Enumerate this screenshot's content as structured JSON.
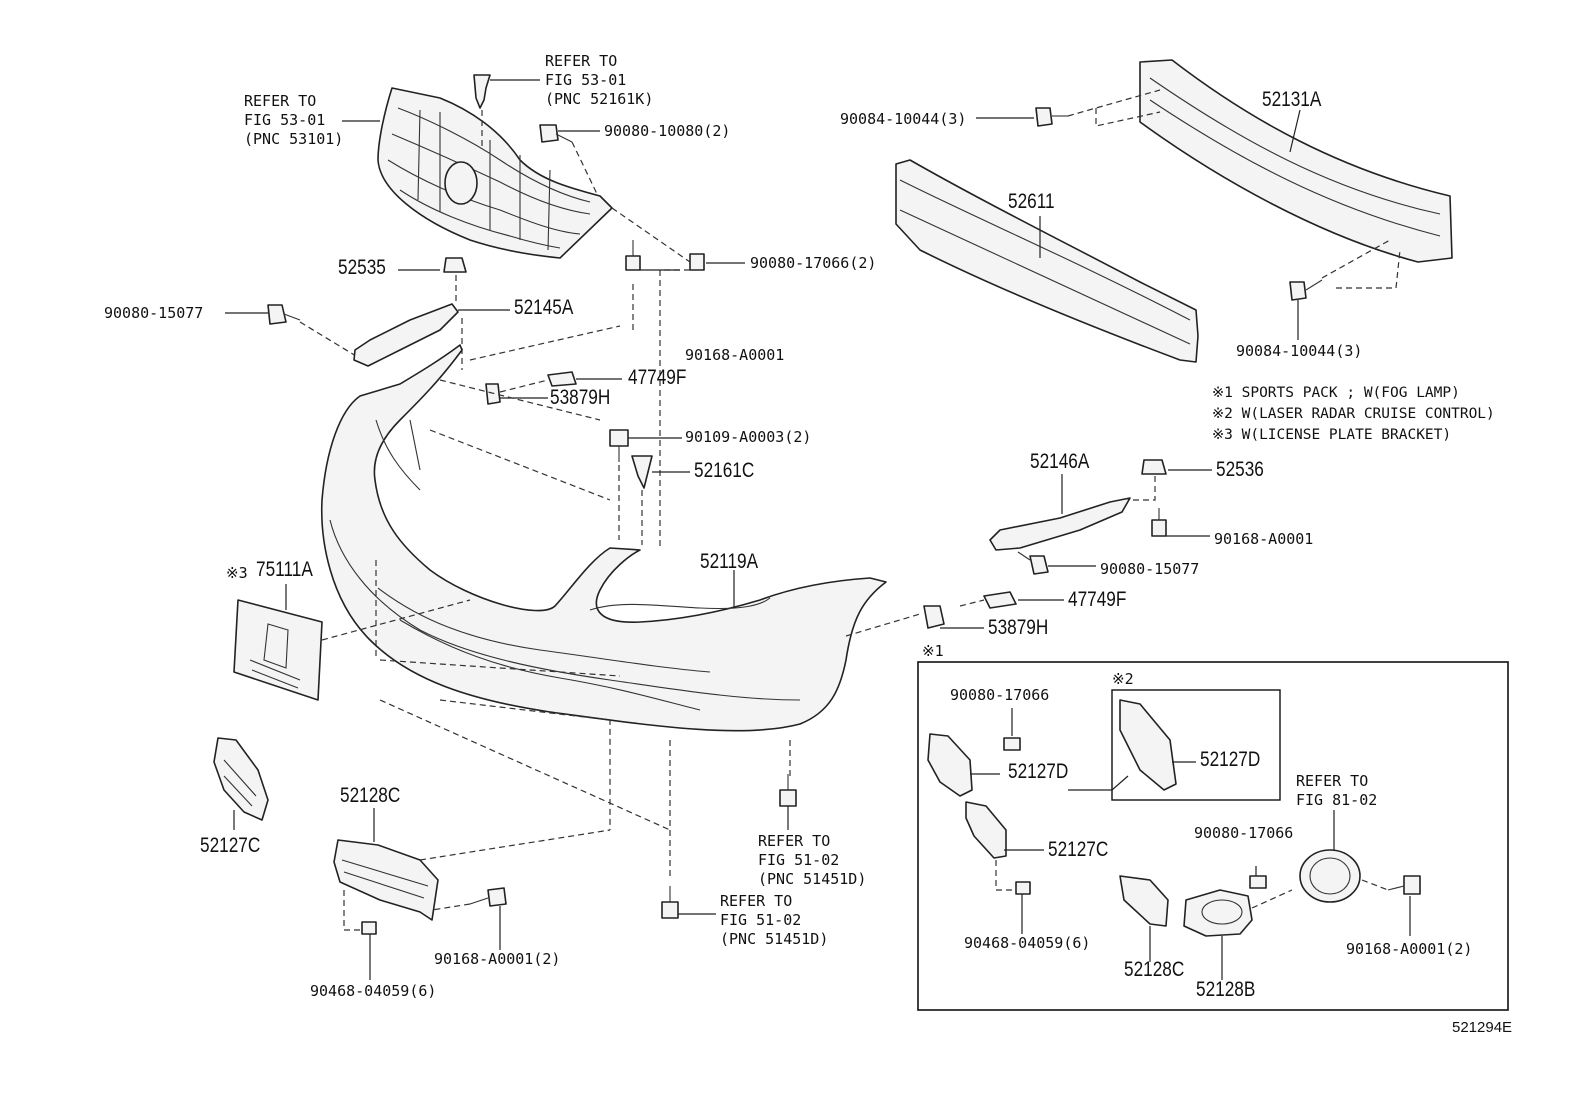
{
  "diagram": {
    "figure_id": "521294E",
    "notes": [
      "※1 SPORTS PACK ; W(FOG LAMP)",
      "※2 W(LASER RADAR CRUISE CONTROL)",
      "※3 W(LICENSE PLATE BRACKET)"
    ],
    "inset_marker_1": "※1",
    "inset_marker_2": "※2",
    "marker_3": "※3",
    "refs": {
      "grille": [
        "REFER TO",
        "FIG 53-01",
        "(PNC 53101)"
      ],
      "clip": [
        "REFER TO",
        "FIG 53-01",
        "(PNC 52161K)"
      ],
      "bolt_mid": [
        "REFER TO",
        "FIG 51-02",
        "(PNC 51451D)"
      ],
      "bolt_low": [
        "REFER TO",
        "FIG 51-02",
        "(PNC 51451D)"
      ],
      "foglamp": [
        "REFER TO",
        "FIG 81-02"
      ]
    },
    "parts": {
      "p90080_10080": "90080-10080(2)",
      "p90080_17066_top": "90080-17066(2)",
      "p52535": "52535",
      "p90080_15077_left": "90080-15077",
      "p52145A": "52145A",
      "p90168_A0001_top": "90168-A0001",
      "p47749F_top": "47749F",
      "p53879H_top": "53879H",
      "p90109_A0003": "90109-A0003(2)",
      "p52161C": "52161C",
      "p52119A": "52119A",
      "p75111A": "75111A",
      "p52127C_left": "52127C",
      "p52128C_left": "52128C",
      "p90168_A0001_2_left": "90168-A0001(2)",
      "p90468_04059_left": "90468-04059(6)",
      "p90084_10044_top": "90084-10044(3)",
      "p52131A": "52131A",
      "p52611": "52611",
      "p90084_10044_bottom": "90084-10044(3)",
      "p52146A": "52146A",
      "p52536": "52536",
      "p90168_A0001_right": "90168-A0001",
      "p90080_15077_right": "90080-15077",
      "p47749F_right": "47749F",
      "p53879H_right": "53879H",
      "inset_90080_17066_a": "90080-17066",
      "inset_52127D_a": "52127D",
      "inset_52127D_b": "52127D",
      "inset_52127C": "52127C",
      "inset_90468_04059": "90468-04059(6)",
      "inset_90080_17066_b": "90080-17066",
      "inset_52128C": "52128C",
      "inset_52128B": "52128B",
      "inset_90168_A0001_2": "90168-A0001(2)"
    }
  }
}
